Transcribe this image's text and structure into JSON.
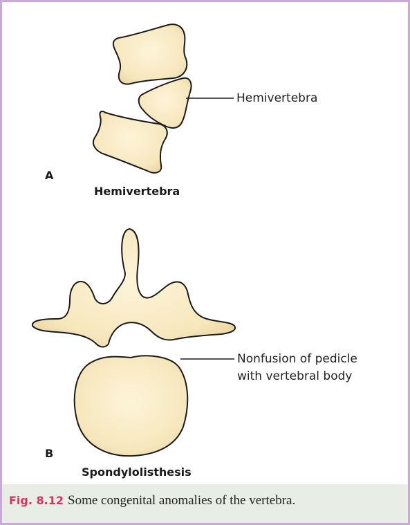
{
  "panel_a": {
    "letter": "A",
    "title": "Hemivertebra",
    "callout": "Hemivertebra"
  },
  "panel_b": {
    "letter": "B",
    "title": "Spondylolisthesis",
    "callout_line1": "Nonfusion of pedicle",
    "callout_line2": "with vertebral body"
  },
  "caption": {
    "number": "Fig. 8.12",
    "text": "Some congenital anomalies of the vertebra."
  },
  "colors": {
    "bone_fill": "#f6e7bd",
    "bone_stroke": "#1a1a1a",
    "frame_border": "#c9a9d6",
    "caption_bg": "#e8eee5",
    "caption_accent": "#d8325c"
  }
}
